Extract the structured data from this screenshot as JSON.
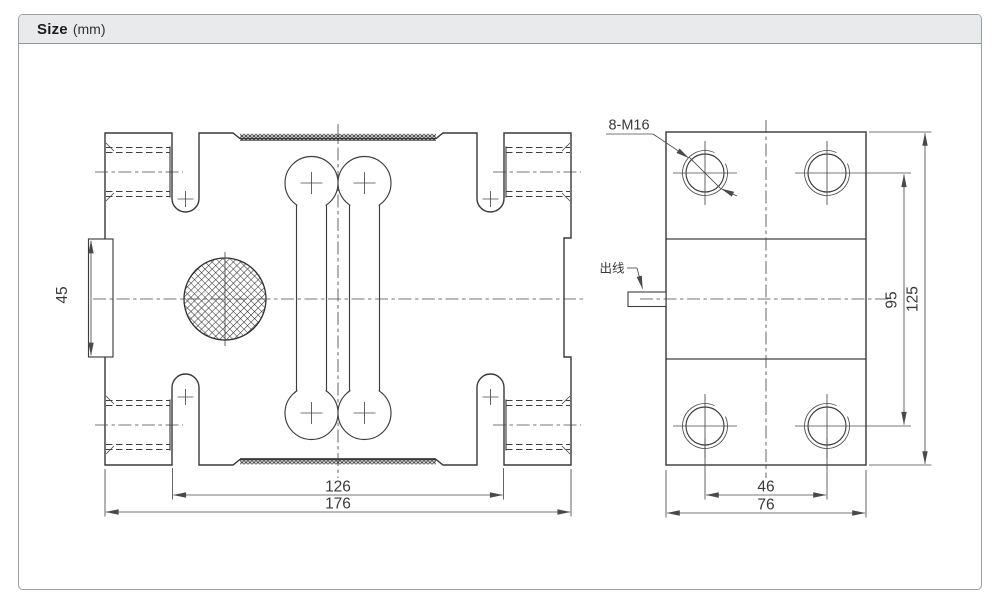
{
  "header": {
    "title": "Size",
    "unit": "(mm)"
  },
  "drawing": {
    "top_view": {
      "dim_boss_height": "45",
      "dim_inner_width": "126",
      "dim_outer_width": "176"
    },
    "side_view": {
      "thread_callout": "8-M16",
      "cable_callout": "出线",
      "dim_hole_span_vertical": "95",
      "dim_total_height": "125",
      "dim_hole_span_horizontal": "46",
      "dim_total_width": "76"
    },
    "colors": {
      "line": "#383838",
      "dimension": "#4a4a4a",
      "frame_border": "#9aa0a3",
      "header_bg": "#e9eaeb"
    }
  }
}
